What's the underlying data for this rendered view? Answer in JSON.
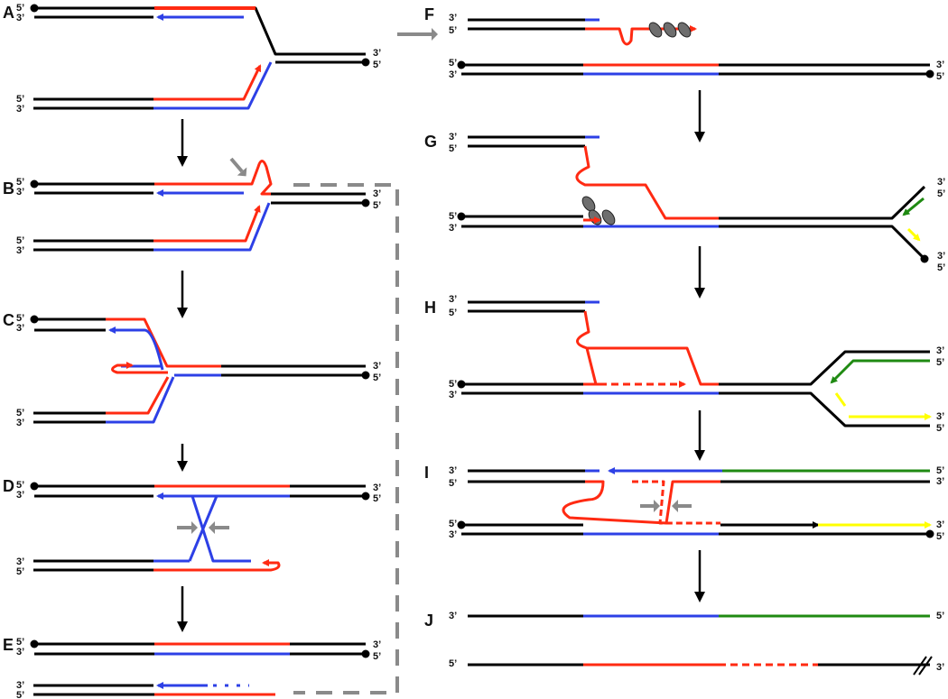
{
  "figure": {
    "colors": {
      "strand": "#000000",
      "invading": "#ff2a12",
      "template": "#2d40e6",
      "lagging": "#1f8a12",
      "new_leading": "#ffff00",
      "connector": "#8a8a8a",
      "helicase": "#6e6e6e"
    },
    "panels": [
      {
        "letter": "A"
      },
      {
        "letter": "B"
      },
      {
        "letter": "C"
      },
      {
        "letter": "D"
      },
      {
        "letter": "E"
      },
      {
        "letter": "F"
      },
      {
        "letter": "G"
      },
      {
        "letter": "H"
      },
      {
        "letter": "I"
      },
      {
        "letter": "J"
      }
    ],
    "end_labels": {
      "five_prime": "5’",
      "three_prime": "3’"
    }
  }
}
